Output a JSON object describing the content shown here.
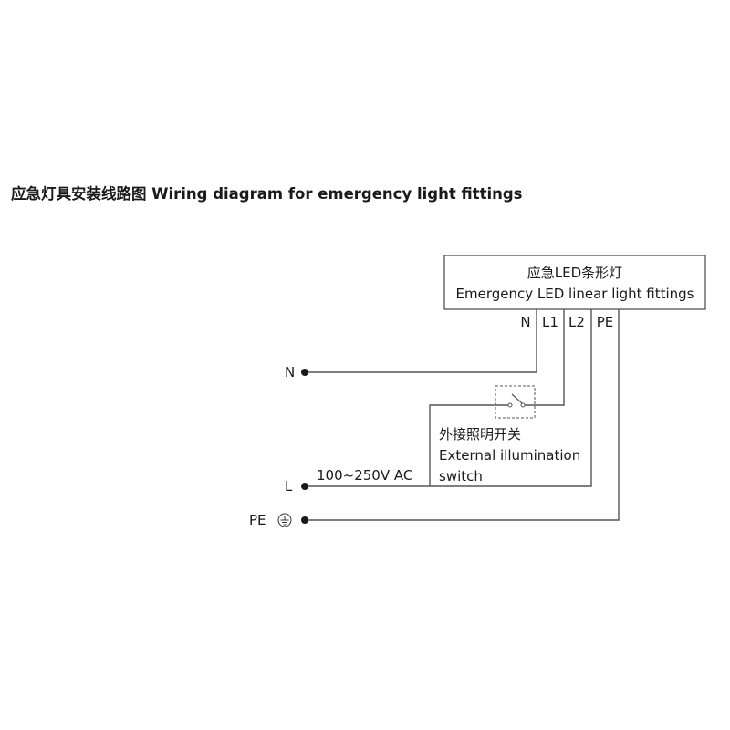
{
  "title": "应急灯具安装线路图 Wiring diagram for emergency light fittings",
  "fixture": {
    "name_cn": "应急LED条形灯",
    "name_en": "Emergency LED linear light fittings",
    "terminals": [
      "N",
      "L1",
      "L2",
      "PE"
    ]
  },
  "inputs": {
    "n": "N",
    "l": "L",
    "pe": "PE",
    "voltage": "100~250V AC"
  },
  "switch": {
    "name_cn": "外接照明开关",
    "name_en_line1": "External illumination",
    "name_en_line2": "switch"
  },
  "colors": {
    "wire": "#555555",
    "text": "#1a1a1a"
  }
}
